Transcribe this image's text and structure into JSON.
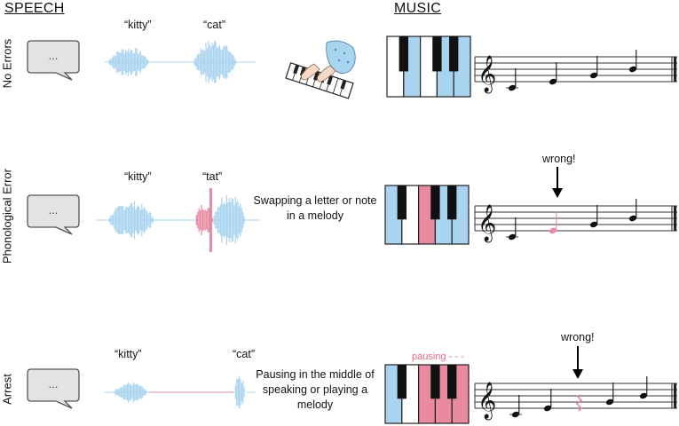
{
  "headers": {
    "speech": "SPEECH",
    "music": "MUSIC"
  },
  "rows": [
    {
      "label": "No Errors",
      "word1": "“kitty”",
      "word2": "“cat”",
      "description": ""
    },
    {
      "label": "Phonological Error",
      "word1": "“kitty”",
      "word2": "“tat”",
      "description": "Swapping a letter or note in a melody",
      "marker": "wrong!"
    },
    {
      "label": "Arrest",
      "word1": "“kitty”",
      "word2": "“cat”",
      "description": "Pausing in the middle of speaking or playing a melody",
      "marker": "wrong!",
      "pause_label": "pausing - - -"
    }
  ],
  "bubble_text": "...",
  "colors": {
    "blue": "#a9d4ef",
    "pink": "#e88aa0",
    "key_black": "#111111"
  }
}
